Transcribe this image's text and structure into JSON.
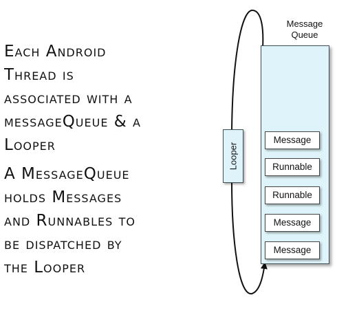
{
  "bullets": [
    "Each Android\nThread is\nassociated with a\nmessageQueue & a\nLooper",
    "A MessageQueue\nholds Messages\nand Runnables to\nbe dispatched by\nthe Looper"
  ],
  "queue": {
    "title": "Message\nQueue",
    "items": [
      "Message",
      "Runnable",
      "Runnable",
      "Message",
      "Message"
    ]
  },
  "looper": {
    "label": "Looper"
  },
  "colors": {
    "queue_fill": "#dff4fa",
    "border": "#3f4e55",
    "arrow": "#111111"
  }
}
